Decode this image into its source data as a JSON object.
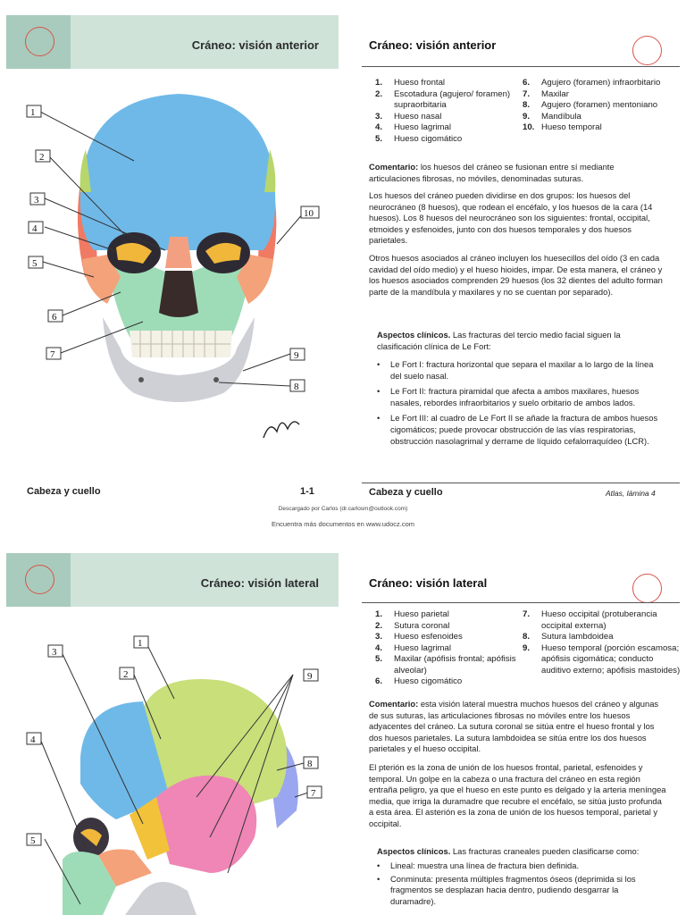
{
  "page1": {
    "banner_title": "Cráneo: visión anterior",
    "right_title": "Cráneo: visión anterior",
    "figure_labels": [
      "1",
      "2",
      "3",
      "4",
      "5",
      "6",
      "7",
      "8",
      "9",
      "10"
    ],
    "list_a": [
      {
        "n": "1.",
        "t": "Hueso frontal"
      },
      {
        "n": "2.",
        "t": "Escotadura (agujero/ foramen) supraorbitaria"
      },
      {
        "n": "3.",
        "t": "Hueso nasal"
      },
      {
        "n": "4.",
        "t": "Hueso lagrimal"
      },
      {
        "n": "5.",
        "t": "Hueso cigomático"
      }
    ],
    "list_b": [
      {
        "n": "6.",
        "t": "Agujero (foramen) infraorbitario"
      },
      {
        "n": "7.",
        "t": "Maxilar"
      },
      {
        "n": "8.",
        "t": "Agujero (foramen) mentoniano"
      },
      {
        "n": "9.",
        "t": "Mandíbula"
      },
      {
        "n": "10.",
        "t": "Hueso temporal"
      }
    ],
    "comment_label": "Comentario:",
    "comment_text": " los huesos del cráneo se fusionan entre sí mediante articulaciones fibrosas, no móviles, denominadas suturas.",
    "para2": "Los huesos del cráneo pueden dividirse en dos grupos: los huesos del neurocráneo (8 huesos), que rodean el encéfalo, y los huesos de la cara (14 huesos). Los 8 huesos del neurocráneo son los siguientes: frontal, occipital, etmoides y esfenoides, junto con dos huesos temporales y dos huesos parietales.",
    "para3": "Otros huesos asociados al cráneo incluyen los huesecillos del oído (3 en cada cavidad del oído medio) y el hueso hioides, impar. De esta manera, el cráneo y los huesos asociados comprenden 29 huesos (los 32 dientes del adulto forman parte de la mandíbula y maxilares y no se cuentan por separado).",
    "clinical_label": "Aspectos clínicos.",
    "clinical_text": " Las fracturas del tercio medio facial siguen la clasificación clínica de Le Fort:",
    "bullets": [
      "Le Fort I: fractura horizontal que separa el maxilar a lo largo de la línea del suelo nasal.",
      "Le Fort II: fractura piramidal que afecta a ambos maxilares, huesos nasales, rebordes infraorbitarios y suelo orbitario de ambos lados.",
      "Le Fort III: al cuadro de Le Fort II se añade la fractura de ambos huesos cigomáticos; puede provocar obstrucción de las vías respiratorias, obstrucción nasolagrimal y derrame de líquido cefalorraquídeo (LCR)."
    ],
    "footer_left": "Cabeza y cuello",
    "footer_num": "1-1",
    "footer_right": "Cabeza y cuello",
    "footer_atlas": "Atlas, lámina 4",
    "downloaded": "Descargado por Carlos (dr.carlosm@outlook.com)",
    "encuentra": "Encuentra más documentos en www.udocz.com"
  },
  "page2": {
    "banner_title": "Cráneo: visión lateral",
    "right_title": "Cráneo: visión lateral",
    "figure_labels": [
      "1",
      "2",
      "3",
      "4",
      "5",
      "7",
      "8",
      "9"
    ],
    "list_a": [
      {
        "n": "1.",
        "t": "Hueso parietal"
      },
      {
        "n": "2.",
        "t": "Sutura coronal"
      },
      {
        "n": "3.",
        "t": "Hueso esfenoides"
      },
      {
        "n": "4.",
        "t": "Hueso lagrimal"
      },
      {
        "n": "5.",
        "t": "Maxilar (apófisis frontal; apófisis alveolar)"
      },
      {
        "n": "6.",
        "t": "Hueso cigomático"
      }
    ],
    "list_b": [
      {
        "n": "7.",
        "t": "Hueso occipital (protuberancia occipital externa)"
      },
      {
        "n": "8.",
        "t": "Sutura lambdoidea"
      },
      {
        "n": "9.",
        "t": "Hueso temporal (porción escamosa; apófisis cigomática; conducto auditivo externo; apófisis mastoides)"
      }
    ],
    "comment_label": "Comentario:",
    "comment_text": " esta visión lateral muestra muchos huesos del cráneo y algunas de sus suturas, las articulaciones fibrosas no móviles entre los huesos adyacentes del cráneo. La sutura coronal se sitúa entre el hueso frontal y los dos huesos parietales. La sutura lambdoidea se sitúa entre los dos huesos parietales y el hueso occipital.",
    "para2": "El pterión es la zona de unión de los huesos frontal, parietal, esfenoides y temporal. Un golpe en la cabeza o una fractura del cráneo en esta región entraña peligro, ya que el hueso en este punto es delgado y la arteria meníngea media, que irriga la duramadre que recubre el encéfalo, se sitúa justo profunda a esta área. El asterión es la zona de unión de los huesos temporal, parietal y occipital.",
    "clinical_label": "Aspectos clínicos.",
    "clinical_text": " Las fracturas craneales pueden clasificarse como:",
    "bullets": [
      "Lineal: muestra una línea de fractura bien definida.",
      "Conminuta: presenta múltiples fragmentos óseos (deprimida si los fragmentos se desplazan hacia dentro, pudiendo desgarrar la duramadre)."
    ]
  }
}
